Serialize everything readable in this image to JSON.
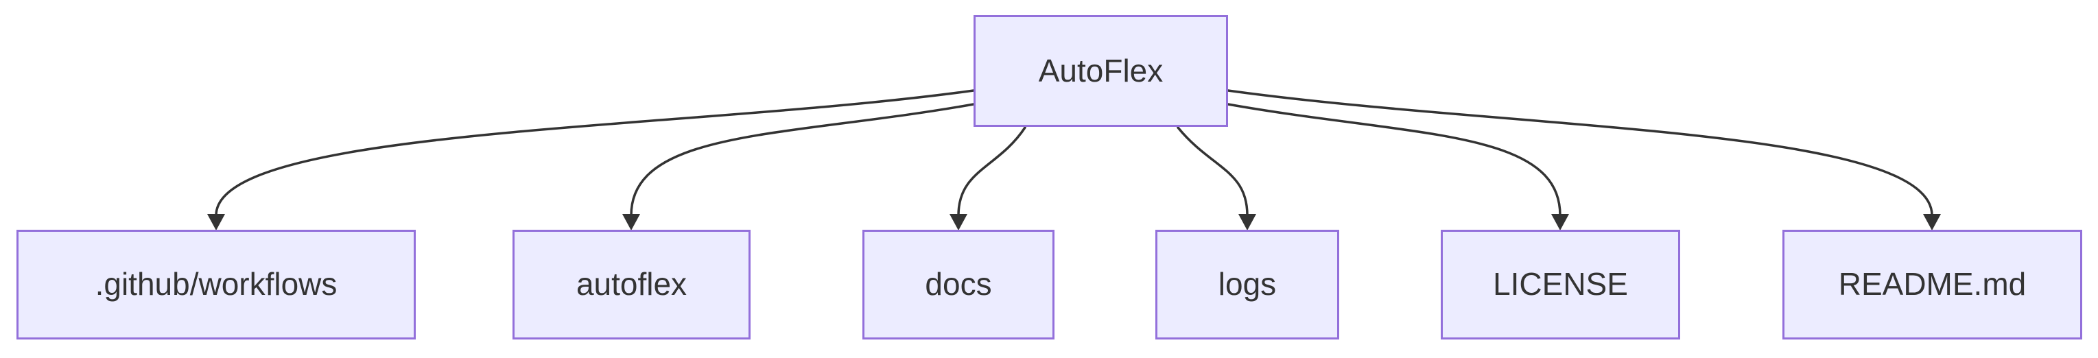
{
  "diagram": {
    "type": "flowchart",
    "direction": "top-down",
    "root": {
      "id": "autoflex-root",
      "label": "AutoFlex"
    },
    "nodes": [
      {
        "id": "github-workflows",
        "label": ".github/workflows"
      },
      {
        "id": "autoflex",
        "label": "autoflex"
      },
      {
        "id": "docs",
        "label": "docs"
      },
      {
        "id": "logs",
        "label": "logs"
      },
      {
        "id": "license",
        "label": "LICENSE"
      },
      {
        "id": "readme-md",
        "label": "README.md"
      }
    ],
    "edges": [
      {
        "from": "AutoFlex",
        "to": ".github/workflows",
        "arrow": "down"
      },
      {
        "from": "AutoFlex",
        "to": "autoflex",
        "arrow": "down"
      },
      {
        "from": "AutoFlex",
        "to": "docs",
        "arrow": "down"
      },
      {
        "from": "AutoFlex",
        "to": "logs",
        "arrow": "down"
      },
      {
        "from": "AutoFlex",
        "to": "LICENSE",
        "arrow": "down"
      },
      {
        "from": "AutoFlex",
        "to": "README.md",
        "arrow": "down"
      }
    ],
    "colors": {
      "node_fill": "#ECECFF",
      "node_border": "#9370DB",
      "edge_stroke": "#333333",
      "text": "#333333",
      "background": "#FFFFFF"
    }
  }
}
